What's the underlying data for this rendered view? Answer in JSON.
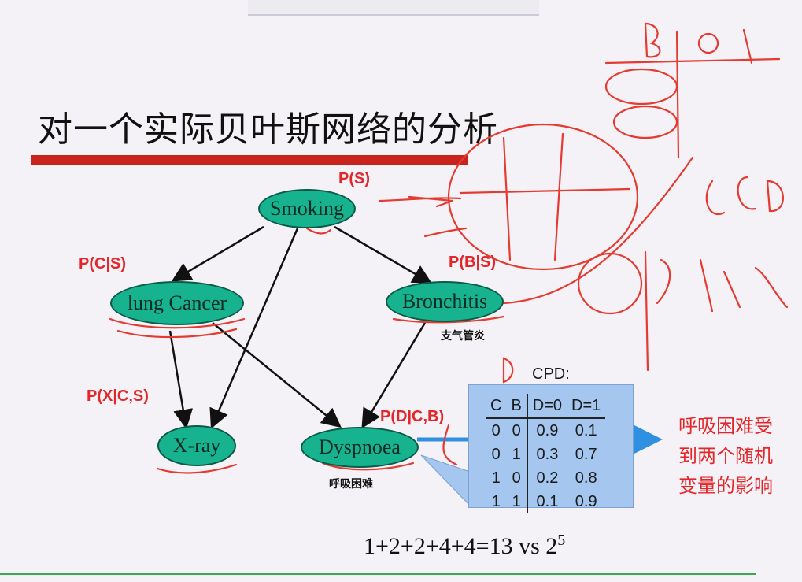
{
  "title": "对一个实际贝叶斯网络的分析",
  "nodes": {
    "smoking": "Smoking",
    "lung_cancer": "lung Cancer",
    "bronchitis": "Bronchitis",
    "xray": "X-ray",
    "dyspnoea": "Dyspnoea"
  },
  "chinese_labels": {
    "bronchitis": "支气管炎",
    "dyspnoea": "呼吸困难"
  },
  "prob_labels": {
    "ps": "P(S)",
    "pcs": "P(C|S)",
    "pbs": "P(B|S)",
    "pxcs": "P(X|C,S)",
    "pdcb": "P(D|C,B)"
  },
  "cpd": {
    "title": "CPD:",
    "headers": [
      "C",
      "B",
      "D=0",
      "D=1"
    ],
    "rows": [
      [
        "0",
        "0",
        "0.9",
        "0.1"
      ],
      [
        "0",
        "1",
        "0.3",
        "0.7"
      ],
      [
        "1",
        "0",
        "0.2",
        "0.8"
      ],
      [
        "1",
        "1",
        "0.1",
        "0.9"
      ]
    ]
  },
  "callout": [
    "呼吸困难受",
    "到两个随机",
    "变量的影响"
  ],
  "formula": {
    "base": "1+2+2+4+4=13 vs 2",
    "exponent": "5"
  },
  "colors": {
    "node_fill": "#17b38f",
    "accent_red": "#e3262a",
    "title_rule": "#c8231d",
    "arrow_blue": "#2f8fe0",
    "cpd_bg": "#a4c6ef"
  }
}
